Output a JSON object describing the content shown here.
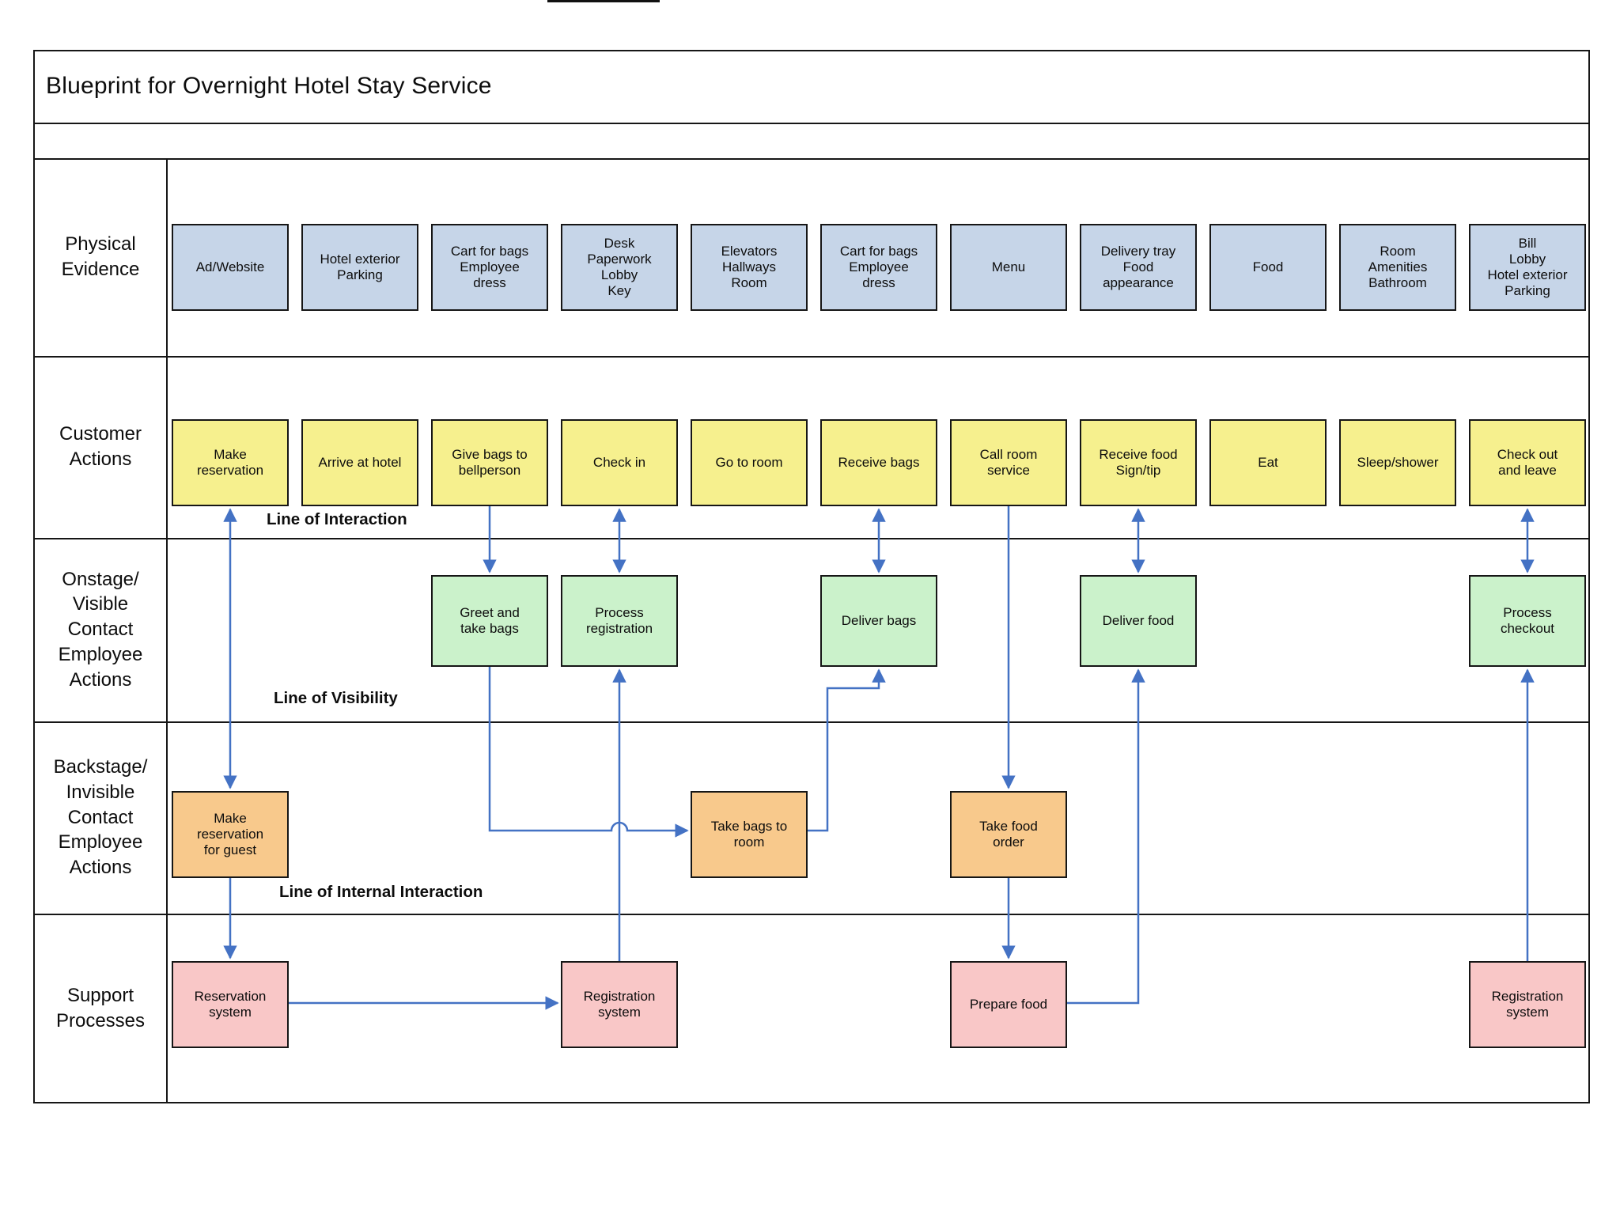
{
  "title": "Blueprint for Overnight Hotel Stay Service",
  "row_labels": [
    {
      "id": "physical_evidence",
      "label": "Physical\nEvidence"
    },
    {
      "id": "customer_actions",
      "label": "Customer\nActions"
    },
    {
      "id": "onstage",
      "label": "Onstage/\nVisible\nContact\nEmployee\nActions"
    },
    {
      "id": "backstage",
      "label": "Backstage/\nInvisible\nContact\nEmployee\nActions"
    },
    {
      "id": "support",
      "label": "Support\nProcesses"
    }
  ],
  "separator_labels": {
    "interaction": "Line of Interaction",
    "visibility": "Line of Visibility",
    "internal_interaction": "Line of Internal Interaction"
  },
  "boxes": {
    "physical_evidence": [
      {
        "col": 0,
        "text": "Ad/Website"
      },
      {
        "col": 1,
        "text": "Hotel exterior\nParking"
      },
      {
        "col": 2,
        "text": "Cart for bags\nEmployee\ndress"
      },
      {
        "col": 3,
        "text": "Desk\nPaperwork\nLobby\nKey"
      },
      {
        "col": 4,
        "text": "Elevators\nHallways\nRoom"
      },
      {
        "col": 5,
        "text": "Cart for bags\nEmployee\ndress"
      },
      {
        "col": 6,
        "text": "Menu"
      },
      {
        "col": 7,
        "text": "Delivery tray\nFood\nappearance"
      },
      {
        "col": 8,
        "text": "Food"
      },
      {
        "col": 9,
        "text": "Room\nAmenities\nBathroom"
      },
      {
        "col": 10,
        "text": "Bill\nLobby\nHotel exterior\nParking"
      }
    ],
    "customer_actions": [
      {
        "col": 0,
        "text": "Make\nreservation"
      },
      {
        "col": 1,
        "text": "Arrive at hotel"
      },
      {
        "col": 2,
        "text": "Give bags to\nbellperson"
      },
      {
        "col": 3,
        "text": "Check in"
      },
      {
        "col": 4,
        "text": "Go to room"
      },
      {
        "col": 5,
        "text": "Receive bags"
      },
      {
        "col": 6,
        "text": "Call room\nservice"
      },
      {
        "col": 7,
        "text": "Receive food\nSign/tip"
      },
      {
        "col": 8,
        "text": "Eat"
      },
      {
        "col": 9,
        "text": "Sleep/shower"
      },
      {
        "col": 10,
        "text": "Check out\nand leave"
      }
    ],
    "onstage": [
      {
        "col": 2,
        "text": "Greet and\ntake bags"
      },
      {
        "col": 3,
        "text": "Process\nregistration"
      },
      {
        "col": 5,
        "text": "Deliver bags"
      },
      {
        "col": 7,
        "text": "Deliver food"
      },
      {
        "col": 10,
        "text": "Process\ncheckout"
      }
    ],
    "backstage": [
      {
        "col": 0,
        "text": "Make\nreservation\nfor guest"
      },
      {
        "col": 4,
        "text": "Take bags to\nroom"
      },
      {
        "col": 6,
        "text": "Take food\norder"
      }
    ],
    "support": [
      {
        "col": 0,
        "text": "Reservation\nsystem"
      },
      {
        "col": 3,
        "text": "Registration\nsystem"
      },
      {
        "col": 6,
        "text": "Prepare food"
      },
      {
        "col": 10,
        "text": "Registration\nsystem"
      }
    ]
  },
  "colors": {
    "physical_evidence": "#c6d5e8",
    "customer_actions": "#f6f08e",
    "onstage": "#cbf2cb",
    "backstage": "#f8c98c",
    "support": "#f9c7c7",
    "header_bg": "#e9edf5",
    "border": "#161616",
    "arrow": "#4472c4"
  }
}
